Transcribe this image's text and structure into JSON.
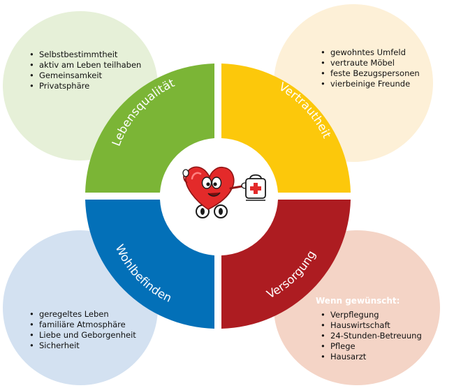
{
  "segments": {
    "lebensqualitaet": {
      "label": "Lebensqualität",
      "color": "#7bb536",
      "blob_color": "#e6f0d8"
    },
    "vertrautheit": {
      "label": "Vertrautheit",
      "color": "#fcc80b",
      "blob_color": "#fdf0d7"
    },
    "wohlbefinden": {
      "label": "Wohlbefinden",
      "color": "#0370b8",
      "blob_color": "#d3e1f1"
    },
    "versorgung": {
      "label": "Versorgung",
      "color": "#ad1c21",
      "blob_color": "#f4d4c6"
    }
  },
  "lists": {
    "lebensqualitaet": {
      "items": [
        "Selbstbestimmtheit",
        "aktiv am Leben teilhaben",
        "Gemeinsamkeit",
        "Privatsphäre"
      ]
    },
    "vertrautheit": {
      "items": [
        "gewohntes Umfeld",
        "vertraute Möbel",
        "feste Bezugspersonen",
        "vierbeinige Freunde"
      ]
    },
    "wohlbefinden": {
      "items": [
        "geregeltes Leben",
        "familiäre Atmosphäre",
        "Liebe und Geborgenheit",
        "Sicherheit"
      ]
    },
    "versorgung": {
      "intro": "Wenn gewünscht:",
      "items": [
        "Verpflegung",
        "Hauswirtschaft",
        "24-Stunden-Betreuung",
        "Pflege",
        "Hausarzt"
      ]
    }
  },
  "center": {
    "logo_icon": "heart-mascot-with-first-aid-kit-icon"
  }
}
